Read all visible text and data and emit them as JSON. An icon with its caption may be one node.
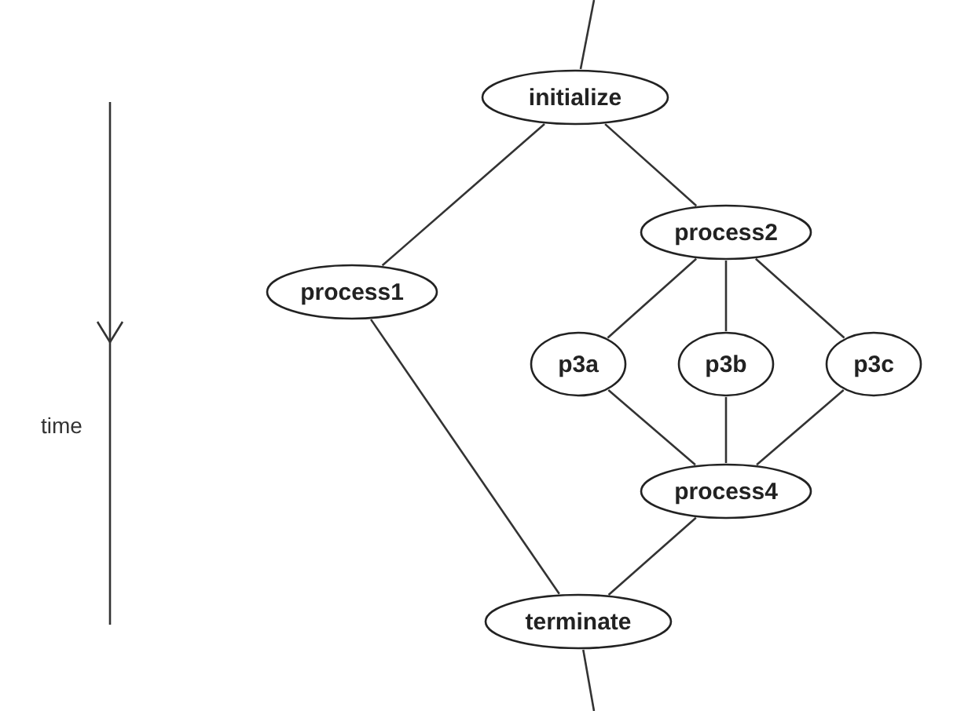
{
  "diagram": {
    "nodes": [
      {
        "text": [
          "initialize"
        ]
      },
      {
        "text": [
          "process1"
        ]
      },
      {
        "text": [
          "process2"
        ]
      },
      {
        "text": [
          "p3a"
        ]
      },
      {
        "text": [
          "p3b"
        ]
      },
      {
        "text": [
          "p3c"
        ]
      },
      {
        "text": [
          "process4"
        ]
      },
      {
        "text": [
          "terminate"
        ]
      }
    ],
    "edges": [
      {
        "from": null,
        "to": 0,
        "arrow": "none"
      },
      {
        "from": 0,
        "to": 1,
        "arrow": "none"
      },
      {
        "from": 0,
        "to": 2,
        "arrow": "none"
      },
      {
        "from": 2,
        "to": 3,
        "arrow": "none"
      },
      {
        "from": 2,
        "to": 4,
        "arrow": "none"
      },
      {
        "from": 2,
        "to": 5,
        "arrow": "none"
      },
      {
        "from": 3,
        "to": 6,
        "arrow": "none"
      },
      {
        "from": 4,
        "to": 6,
        "arrow": "none"
      },
      {
        "from": 5,
        "to": 6,
        "arrow": "none"
      },
      {
        "from": 1,
        "to": 7,
        "arrow": "none"
      },
      {
        "from": 6,
        "to": 7,
        "arrow": "none"
      },
      {
        "from": 7,
        "to": null,
        "arrow": "none"
      }
    ],
    "labels": [
      "time"
    ]
  }
}
